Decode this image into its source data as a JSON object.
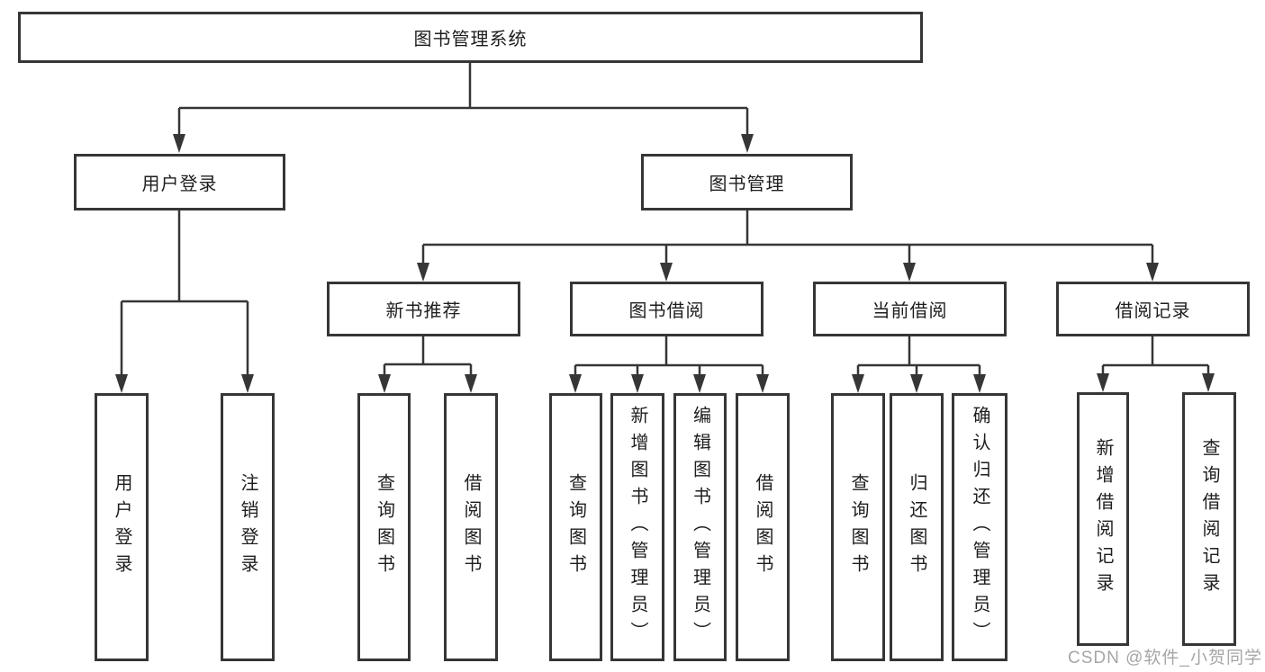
{
  "diagram": {
    "title": "图书管理系统",
    "root": {
      "label": "图书管理系统"
    },
    "branches": [
      {
        "id": "user-login",
        "label": "用户登录"
      },
      {
        "id": "book-management",
        "label": "图书管理"
      }
    ],
    "modules": [
      {
        "id": "new-book-recommend",
        "label": "新书推荐",
        "parent": "book-management"
      },
      {
        "id": "book-borrow",
        "label": "图书借阅",
        "parent": "book-management"
      },
      {
        "id": "current-borrow",
        "label": "当前借阅",
        "parent": "book-management"
      },
      {
        "id": "borrow-records",
        "label": "借阅记录",
        "parent": "book-management"
      }
    ],
    "leaves": [
      {
        "group": "user-login",
        "label": "用户登录"
      },
      {
        "group": "user-login",
        "label": "注销登录"
      },
      {
        "group": "new-book-recommend",
        "label": "查询图书"
      },
      {
        "group": "new-book-recommend",
        "label": "借阅图书"
      },
      {
        "group": "book-borrow",
        "label": "查询图书"
      },
      {
        "group": "book-borrow",
        "label": "新增图书（管理员）"
      },
      {
        "group": "book-borrow",
        "label": "编辑图书（管理员）"
      },
      {
        "group": "book-borrow",
        "label": "借阅图书"
      },
      {
        "group": "current-borrow",
        "label": "查询图书"
      },
      {
        "group": "current-borrow",
        "label": "归还图书"
      },
      {
        "group": "current-borrow",
        "label": "确认归还（管理员）"
      },
      {
        "group": "borrow-records",
        "label": "新增借阅记录"
      },
      {
        "group": "borrow-records",
        "label": "查询借阅记录"
      }
    ]
  },
  "watermark": {
    "text": "CSDN @软件_小贺同学"
  },
  "colors": {
    "line": "#363636",
    "box_border": "#363636",
    "text": "#1e1e1e",
    "watermark": "#a6a6a6",
    "background": "#ffffff"
  }
}
